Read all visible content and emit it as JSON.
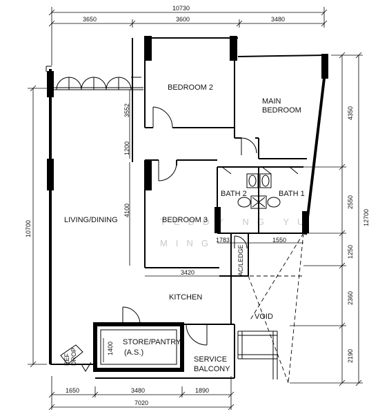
{
  "rooms": {
    "bedroom2": "BEDROOM  2",
    "main_bedroom_line1": "MAIN",
    "main_bedroom_line2": "BEDROOM",
    "bedroom3": "BEDROOM  3",
    "bath2": "BATH  2",
    "bath1": "BATH  1",
    "living_dining": "LIVING/DINING",
    "kitchen": "KITCHEN",
    "store_line1": "STORE/PANTRY",
    "store_line2": "(A.S.)",
    "service_line1": "SERVICE",
    "service_line2": "BALCONY",
    "void": "VOID",
    "ac_ledge": "AC/LEDGE",
    "ref_drop_line1": "REF",
    "ref_drop_line2": "DROP"
  },
  "dimensions": {
    "top_total": "10730",
    "top_1": "3650",
    "top_2": "3600",
    "top_3": "3480",
    "bottom_1": "1650",
    "bottom_2": "3480",
    "bottom_3": "1890",
    "bottom_total": "7020",
    "left_total": "10700",
    "right_total": "12700",
    "right_1": "4350",
    "right_2": "2550",
    "right_3": "1250",
    "right_4": "2360",
    "right_5": "2190",
    "inner_3552": "3552",
    "inner_1200": "1200",
    "inner_4100": "4100",
    "inner_1783": "1783",
    "inner_1550": "1550",
    "inner_3420": "3420",
    "inner_1400": "1400"
  },
  "watermark": {
    "line1": "TEDDY NG YU",
    "line2": "MING"
  }
}
